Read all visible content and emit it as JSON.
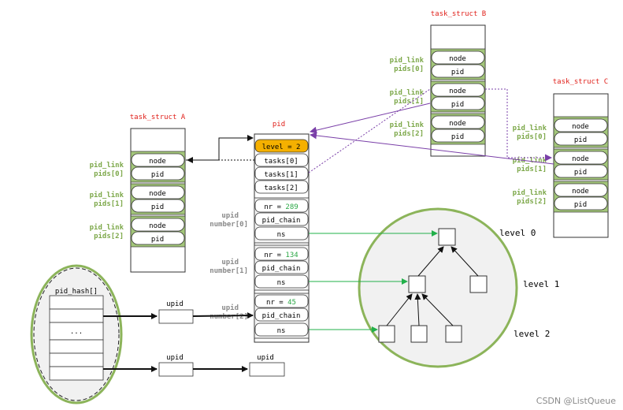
{
  "colors": {
    "red": "#e0201a",
    "green": "#7da84a",
    "green_band": "#a3c67a",
    "gray_label": "#8a8a8a",
    "purple": "#7a3fa8",
    "teal": "#22b04a",
    "orange": "#f5b000",
    "nr_value": "#2aa745",
    "circle_edge": "#8cb45a",
    "circle_fill": "#f1f1f1"
  },
  "task_a": {
    "title": "task_struct A",
    "link_label": "pid_link",
    "groups": [
      {
        "pids_label": "pids[0]",
        "node": "node",
        "pid": "pid"
      },
      {
        "pids_label": "pids[1]",
        "node": "node",
        "pid": "pid"
      },
      {
        "pids_label": "pids[2]",
        "node": "node",
        "pid": "pid"
      }
    ]
  },
  "task_b": {
    "title": "task_struct B",
    "link_label": "pid_link",
    "groups": [
      {
        "pids_label": "pids[0]",
        "node": "node",
        "pid": "pid"
      },
      {
        "pids_label": "pids[1]",
        "node": "node",
        "pid": "pid"
      },
      {
        "pids_label": "pids[2]",
        "node": "node",
        "pid": "pid"
      }
    ]
  },
  "task_c": {
    "title": "task_struct C",
    "link_label": "pid_link",
    "groups": [
      {
        "pids_label": "pids[0]",
        "node": "node",
        "pid": "pid"
      },
      {
        "pids_label": "pids[1]",
        "node": "node",
        "pid": "pid"
      },
      {
        "pids_label": "pids[2]",
        "node": "node",
        "pid": "pid"
      }
    ]
  },
  "pid_struct": {
    "title": "pid",
    "level": "level = 2",
    "tasks": [
      "tasks[0]",
      "tasks[1]",
      "tasks[2]"
    ],
    "numbers": [
      {
        "upid": "upid",
        "label": "number[0]",
        "nr_prefix": "nr = ",
        "nr_value": "289",
        "chain": "pid_chain",
        "ns": "ns"
      },
      {
        "upid": "upid",
        "label": "number[1]",
        "nr_prefix": "nr = ",
        "nr_value": "134",
        "chain": "pid_chain",
        "ns": "ns"
      },
      {
        "upid": "upid",
        "label": "number[2]",
        "nr_prefix": "nr = ",
        "nr_value": "45",
        "chain": "pid_chain",
        "ns": "ns"
      }
    ]
  },
  "hash": {
    "title": "pid_hash[]",
    "dots": "...",
    "upid_labels": [
      "upid",
      "upid",
      "upid"
    ]
  },
  "levels": [
    "level 0",
    "level 1",
    "level 2"
  ],
  "watermark": "CSDN @ListQueue"
}
